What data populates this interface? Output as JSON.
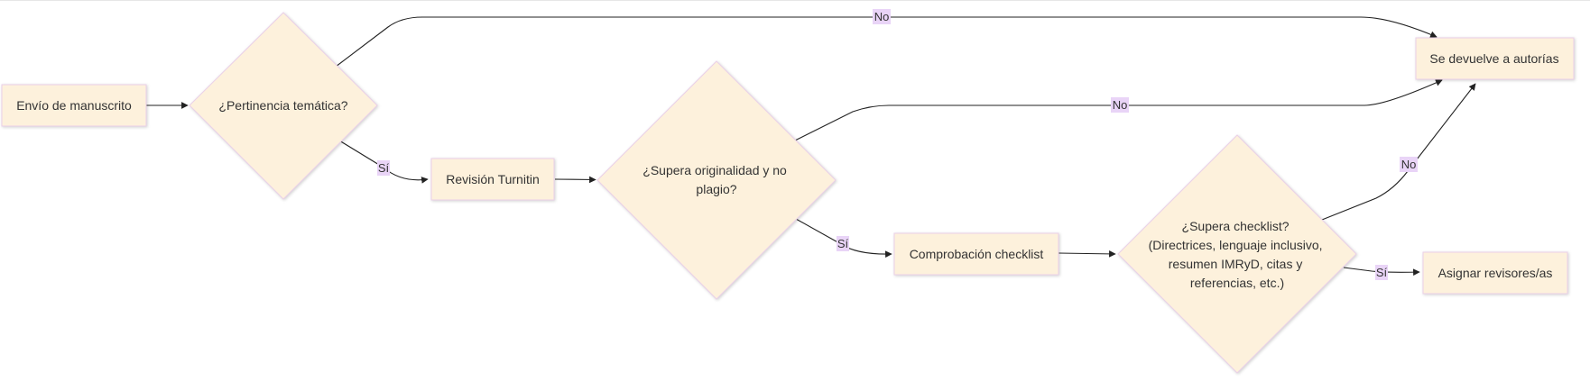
{
  "nodes": {
    "envio": "Envío de manuscrito",
    "pertinencia": "¿Pertinencia temática?",
    "turnitin": "Revisión Turnitin",
    "originalidad": [
      "¿Supera originalidad y no",
      "plagio?"
    ],
    "checklist_check": "Comprobación checklist",
    "checklist_q": [
      "¿Supera checklist?",
      "(Directrices, lenguaje inclusivo,",
      "resumen IMRyD, citas y",
      "referencias, etc.)"
    ],
    "devuelve": "Se devuelve a autorías",
    "asignar": "Asignar revisores/as"
  },
  "edges": {
    "no_1": "No",
    "si_1": "Sí",
    "no_2": "No",
    "si_2": "Sí",
    "no_3": "No",
    "si_3": "Sí"
  },
  "colors": {
    "node_fill": "#fdf1dc",
    "node_stroke": "#ead0e8",
    "edge_label_bg": "#e9d4f7",
    "edge": "#222222"
  }
}
